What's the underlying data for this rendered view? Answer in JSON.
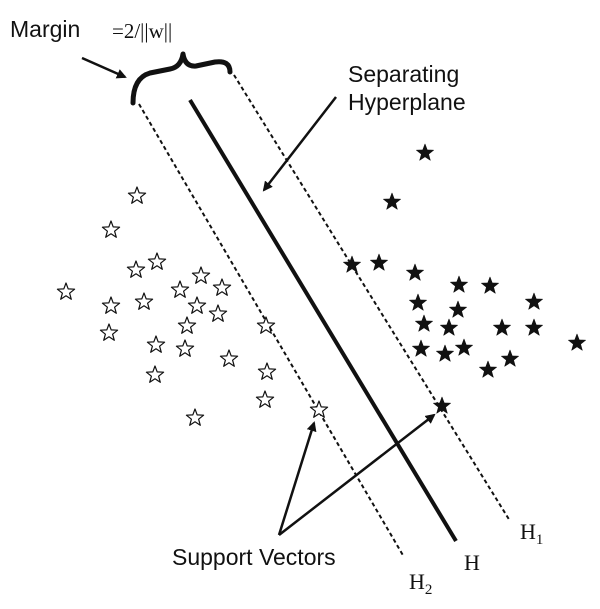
{
  "labels": {
    "margin": "Margin",
    "margin_formula": "=2/||w||",
    "separating_hyperplane_line1": "Separating",
    "separating_hyperplane_line2": "Hyperplane",
    "support_vectors": "Support Vectors",
    "h": "H",
    "h1": "H",
    "h1_subscript": "1",
    "h2": "H",
    "h2_subscript": "2"
  },
  "colors": {
    "ink": "#111111",
    "background": "#ffffff"
  },
  "icons": {
    "open_star": "white-star-icon",
    "filled_star": "black-star-icon"
  }
}
